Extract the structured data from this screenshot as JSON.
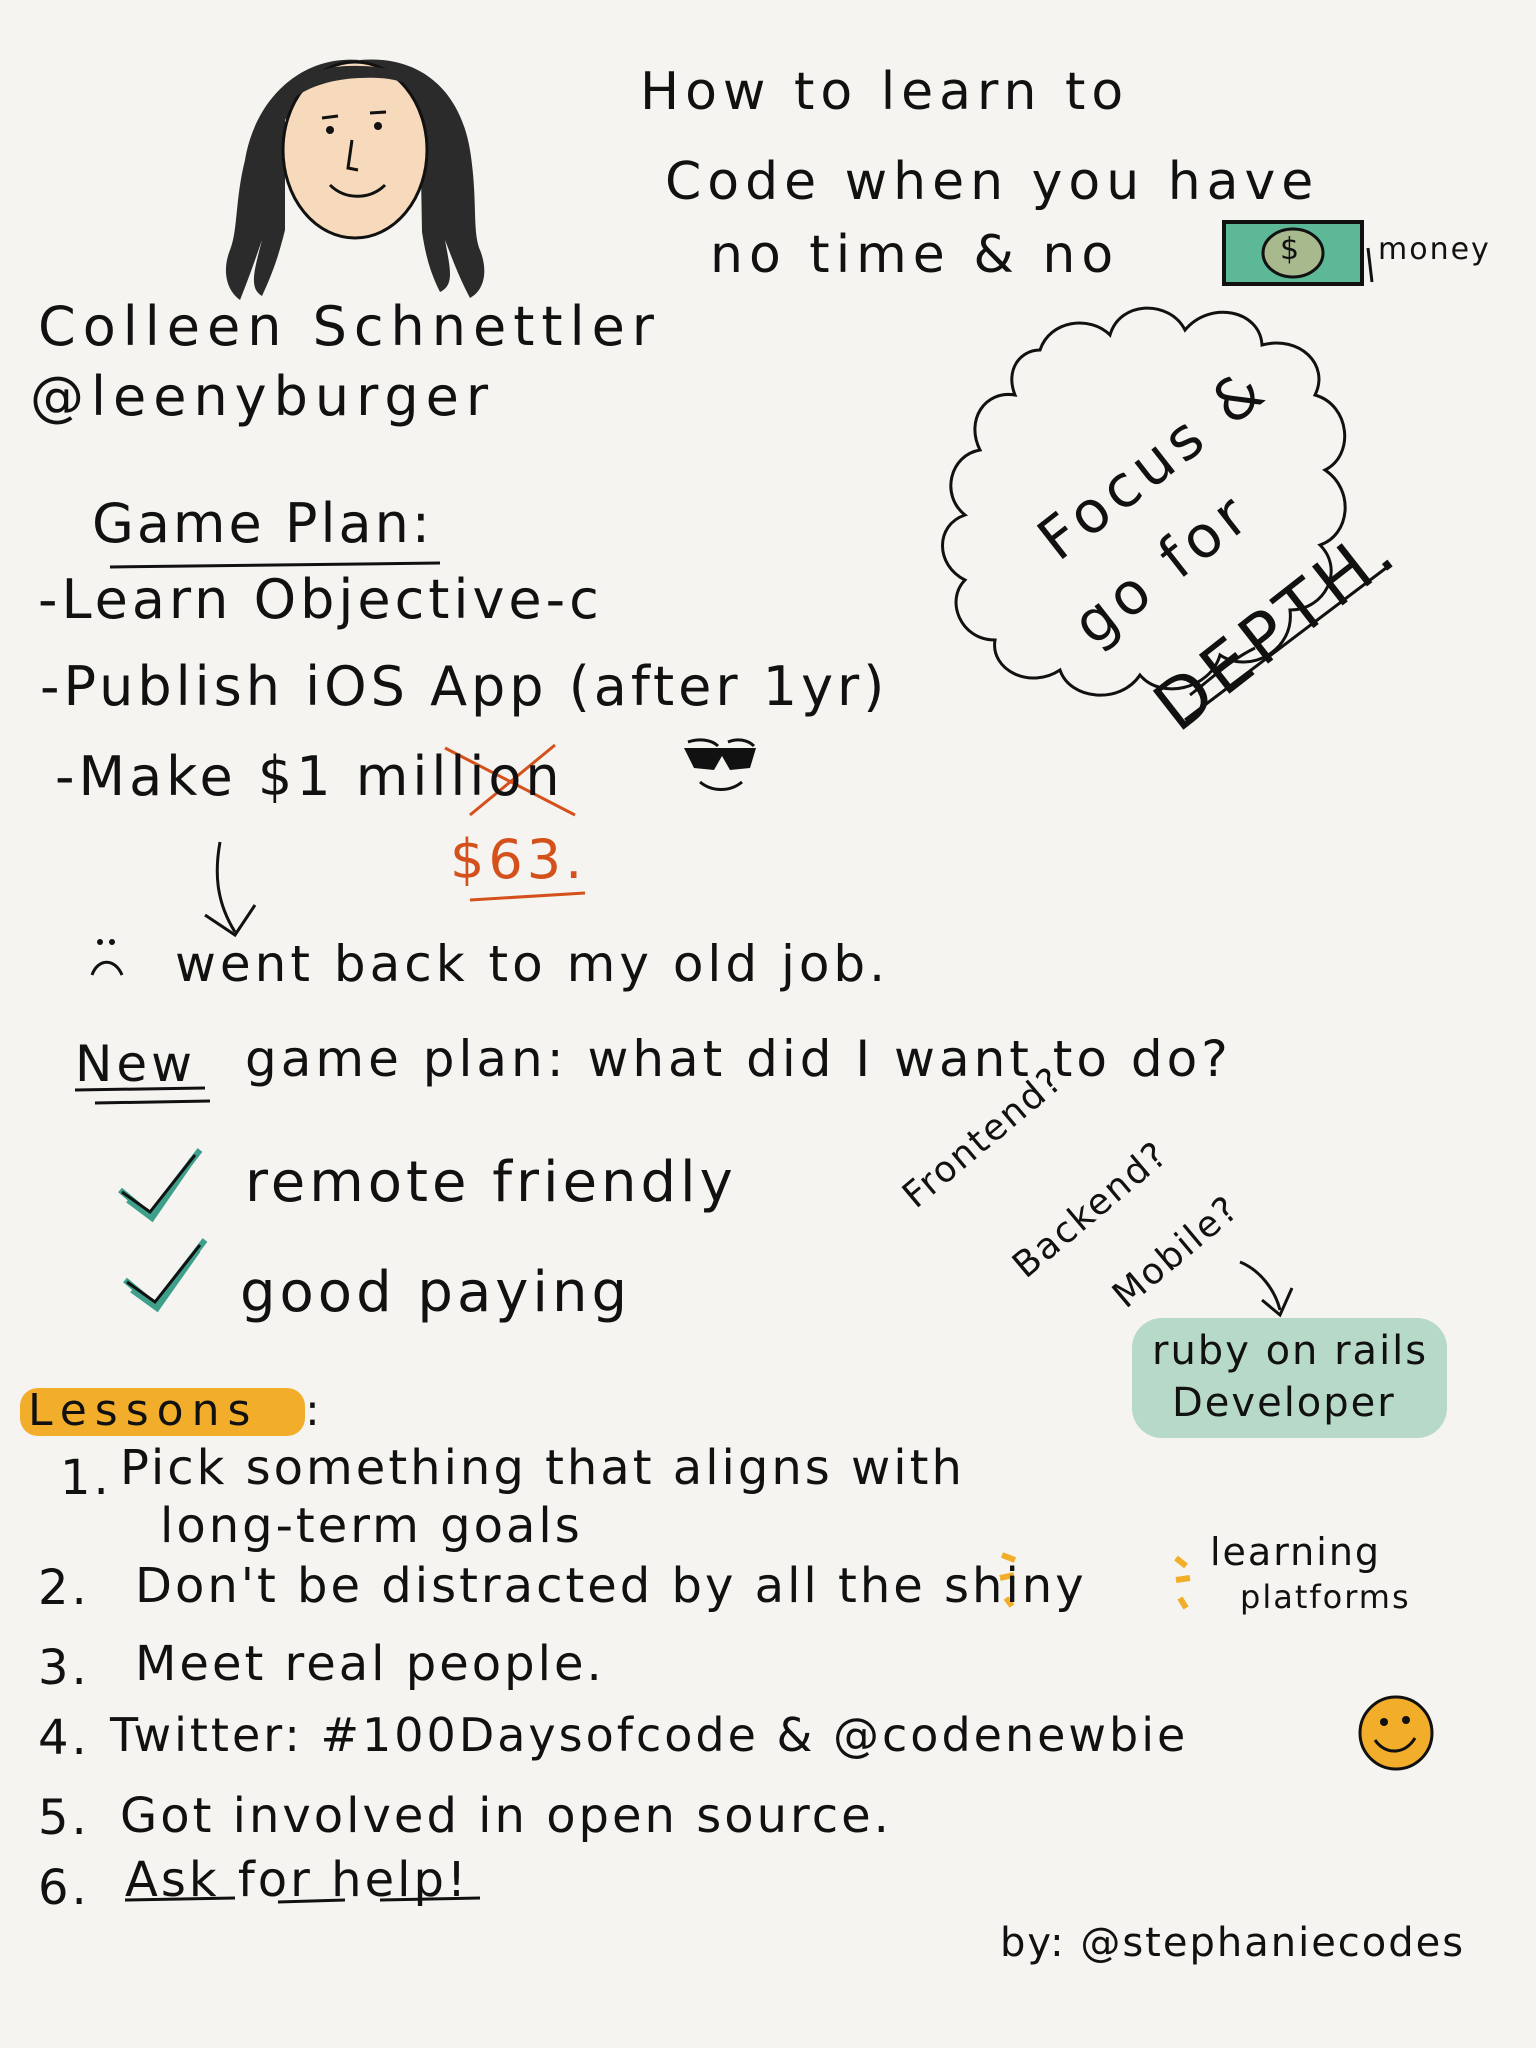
{
  "title": {
    "line1": "How to learn to",
    "line2": "Code when you have",
    "line3": "no time & no",
    "money_label": "money",
    "bill_symbol": "$"
  },
  "author": {
    "name": "Colleen Schnettler",
    "handle": "@leenyburger"
  },
  "game_plan": {
    "heading": "Game Plan:",
    "items": [
      "-Learn Objective-c",
      "-Publish iOS App (after 1yr)",
      "-Make $1 million"
    ],
    "correction": "$63."
  },
  "cloud": {
    "line1": "Focus &",
    "line2": "go for",
    "line3": "DEPTH."
  },
  "story": {
    "went_back": "went back to my old job.",
    "new_word": "New",
    "new_plan": "game plan: what did I want to do?"
  },
  "checks": [
    "remote friendly",
    "good paying"
  ],
  "options": {
    "frontend": "Frontend?",
    "backend": "Backend?",
    "mobile": "Mobile?",
    "result_line1": "ruby on rails",
    "result_line2": "Developer"
  },
  "lessons": {
    "heading": "Lessons",
    "items": [
      {
        "num": "1.",
        "text": "Pick something that aligns with"
      },
      {
        "num": "",
        "text": "long-term goals"
      },
      {
        "num": "2.",
        "text": "Don't be distracted by all the shiny"
      },
      {
        "num": "3.",
        "text": "Meet real people."
      },
      {
        "num": "4.",
        "text": "Twitter: #100Daysofcode & @codenewbie"
      },
      {
        "num": "5.",
        "text": "Got involved in open source."
      },
      {
        "num": "6.",
        "text": "Ask for help!"
      }
    ],
    "learning_label": "learning",
    "platforms_label": "platforms"
  },
  "credit": "by: @stephaniecodes",
  "colors": {
    "background": "#f5f4f0",
    "orange_ink": "#d4511c",
    "bill_green": "#5cb896",
    "badge_mint": "#b7d9c8",
    "highlight_yellow": "#f2ad2a",
    "check_teal": "#3e9f8a"
  }
}
